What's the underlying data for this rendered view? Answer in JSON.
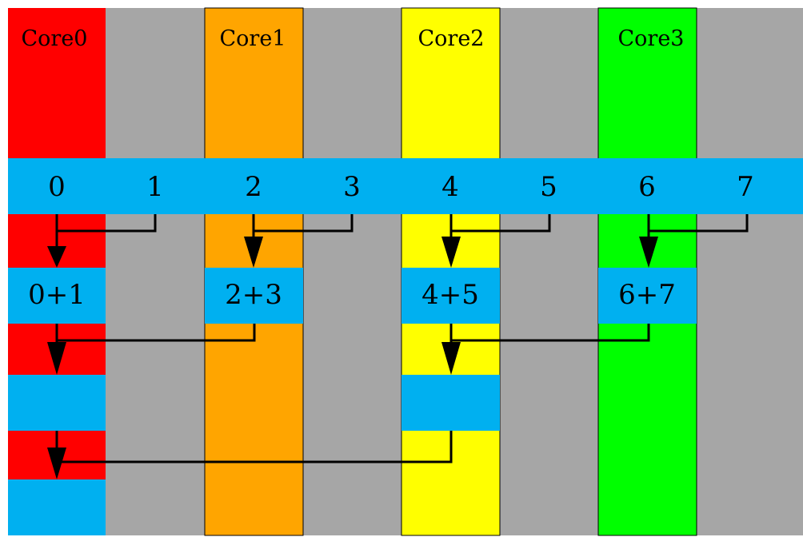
{
  "colors": {
    "gray": "#a6a6a6",
    "cell": "#00b0f0",
    "core0": "#ff0000",
    "core1": "#ffa500",
    "core2": "#ffff00",
    "core3": "#00ff00",
    "line": "#000000"
  },
  "cores": [
    {
      "label": "Core0",
      "color": "#ff0000"
    },
    {
      "label": "Core1",
      "color": "#ffa500"
    },
    {
      "label": "Core2",
      "color": "#ffff00"
    },
    {
      "label": "Core3",
      "color": "#00ff00"
    }
  ],
  "input_row": [
    "0",
    "1",
    "2",
    "3",
    "4",
    "5",
    "6",
    "7"
  ],
  "stage1": [
    "0+1",
    "2+3",
    "4+5",
    "6+7"
  ],
  "stage2": [
    "",
    ""
  ],
  "stage3": [
    ""
  ]
}
